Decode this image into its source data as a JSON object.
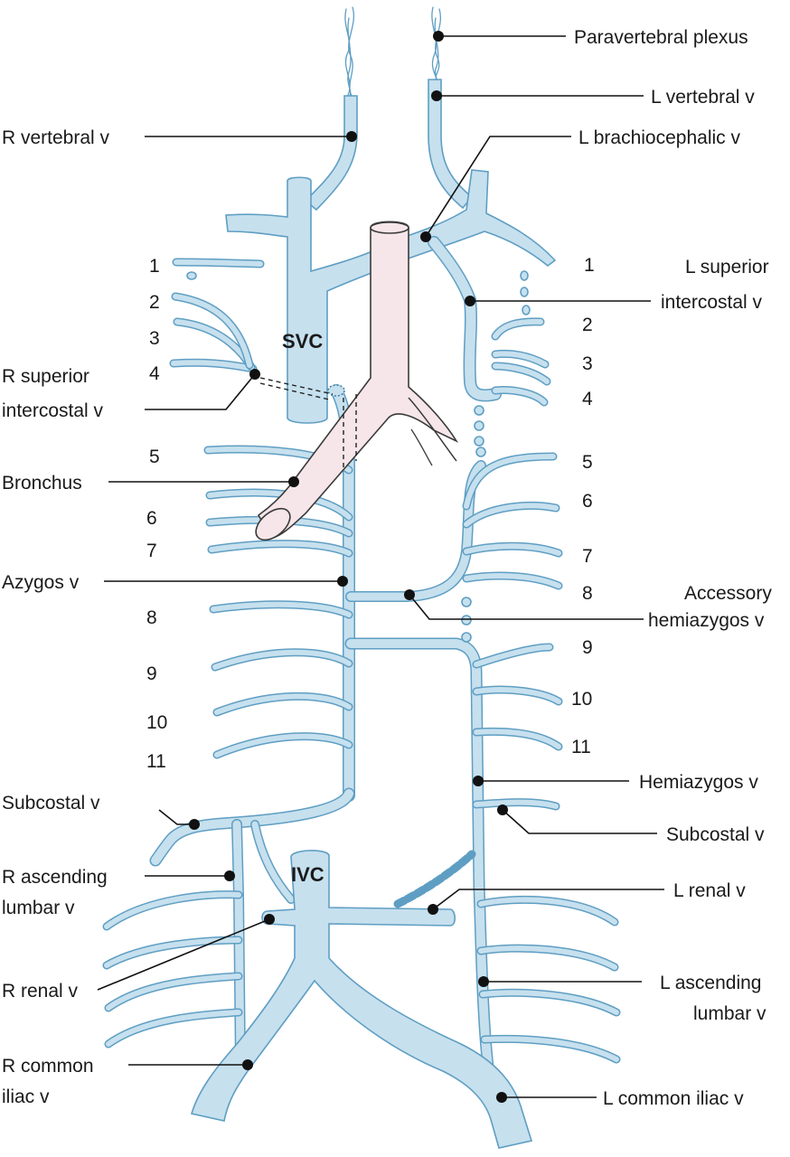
{
  "vessels": {
    "svc": "SVC",
    "ivc": "IVC"
  },
  "labels": {
    "paravertebral_plexus": "Paravertebral plexus",
    "l_vertebral_v": "L vertebral v",
    "r_vertebral_v": "R vertebral v",
    "l_brachiocephalic_v": "L brachiocephalic v",
    "l_superior_intercostal_v": [
      "L superior",
      "intercostal v"
    ],
    "r_superior_intercostal_v": [
      "R superior",
      "intercostal v"
    ],
    "bronchus": "Bronchus",
    "azygos_v": "Azygos v",
    "accessory_hemiazygos_v": [
      "Accessory",
      "hemiazygos v"
    ],
    "hemiazygos_v": "Hemiazygos v",
    "subcostal_v_right": "Subcostal v",
    "subcostal_v_left": "Subcostal v",
    "r_ascending_lumbar_v": [
      "R ascending",
      "lumbar v"
    ],
    "l_renal_v": "L renal v",
    "r_renal_v": "R renal v",
    "l_ascending_lumbar_v": [
      "L ascending",
      "lumbar v"
    ],
    "r_common_iliac_v": [
      "R common",
      "iliac v"
    ],
    "l_common_iliac_v": "L common iliac v"
  },
  "rib_numbers_right": [
    "1",
    "2",
    "3",
    "4",
    "5",
    "6",
    "7",
    "8",
    "9",
    "10",
    "11"
  ],
  "rib_numbers_left": [
    "1",
    "2",
    "3",
    "4",
    "5",
    "6",
    "7",
    "8",
    "9",
    "10",
    "11"
  ],
  "colors": {
    "vein_fill": "#c6e0ee",
    "vein_outline": "#5f9ec3",
    "trachea_fill": "#f6e6e9",
    "label_text": "#1a1a1a"
  }
}
